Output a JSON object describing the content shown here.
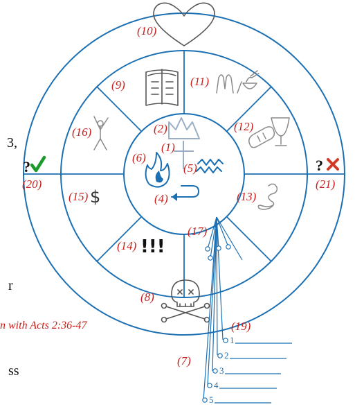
{
  "segments": [
    {
      "number": "(1)"
    },
    {
      "number": "(2)"
    },
    {
      "number": "(4)"
    },
    {
      "number": "(5)"
    },
    {
      "number": "(6)"
    },
    {
      "number": "(7)"
    },
    {
      "number": "(8)"
    },
    {
      "number": "(9)"
    },
    {
      "number": "(10)"
    },
    {
      "number": "(11)"
    },
    {
      "number": "(12)"
    },
    {
      "number": "(13)"
    },
    {
      "number": "(14)"
    },
    {
      "number": "(15)"
    },
    {
      "number": "(16)"
    },
    {
      "number": "(17)"
    },
    {
      "number": "(19)"
    },
    {
      "number": "(20)"
    },
    {
      "number": "(21)"
    }
  ],
  "symbols": {
    "question_mark_left": "?",
    "question_mark_right": "?",
    "dollar": "$",
    "exclamations": "!!!"
  },
  "caption": "n with Acts 2:36-47",
  "left_fragments": [
    "3,",
    "r",
    "ss"
  ],
  "answer_lines": [
    "1",
    "2",
    "3",
    "4",
    "5"
  ],
  "colors": {
    "ring": "#1b6fb3",
    "label": "#c8201c",
    "check": "#1a9a2a",
    "cross": "#d23a26"
  }
}
